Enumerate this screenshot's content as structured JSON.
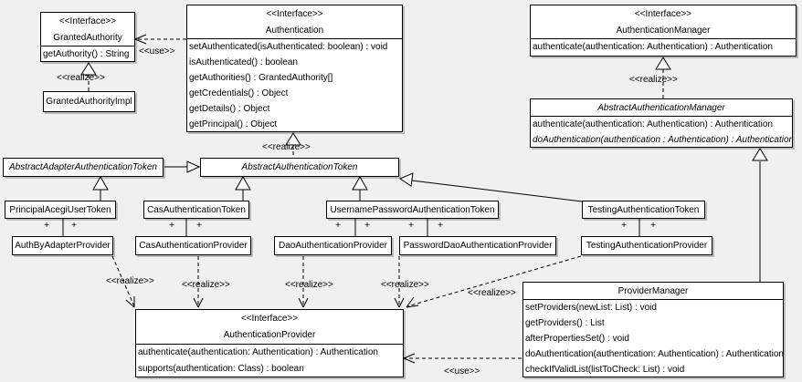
{
  "diagram": {
    "background": "#f0f0f0",
    "box_fill": "#ffffff",
    "line_color": "#000000"
  },
  "labels": {
    "use": "<<use>>",
    "realize": "<<realize>>",
    "plus": "+",
    "stereotype_interface": "<<Interface>>"
  },
  "classes": {
    "granted_authority": {
      "stereotype": "<<Interface>>",
      "name": "GrantedAuthority",
      "methods": [
        "getAuthority() : String"
      ]
    },
    "granted_authority_impl": {
      "name": "GrantedAuthorityImpl"
    },
    "authentication": {
      "stereotype": "<<Interface>>",
      "name": "Authentication",
      "methods": [
        "setAuthenticated(isAuthenticated: boolean) : void",
        "isAuthenticated() : boolean",
        "getAuthorities() : GrantedAuthority[]",
        "getCredentials() : Object",
        "getDetails() : Object",
        "getPrincipal() : Object"
      ]
    },
    "authentication_manager": {
      "stereotype": "<<Interface>>",
      "name": "AuthenticationManager",
      "methods": [
        "authenticate(authentication: Authentication) : Authentication"
      ]
    },
    "abstract_authentication_manager": {
      "name": "AbstractAuthenticationManager",
      "methods": [
        "authenticate(authentication: Authentication) : Authentication",
        "doAuthentication(authentication : Authentication) : Authentication"
      ]
    },
    "abstract_adapter_authentication_token": {
      "name": "AbstractAdapterAuthenticationToken"
    },
    "abstract_authentication_token": {
      "name": "AbstractAuthenticationToken"
    },
    "principal_acegi_user_token": {
      "name": "PrincipalAcegiUserToken"
    },
    "cas_authentication_token": {
      "name": "CasAuthenticationToken"
    },
    "username_password_authentication_token": {
      "name": "UsernamePasswordAuthenticationToken"
    },
    "testing_authentication_token": {
      "name": "TestingAuthenticationToken"
    },
    "auth_by_adapter_provider": {
      "name": "AuthByAdapterProvider"
    },
    "cas_authentication_provider": {
      "name": "CasAuthenticationProvider"
    },
    "dao_authentication_provider": {
      "name": "DaoAuthenticationProvider"
    },
    "password_dao_authentication_provider": {
      "name": "PasswordDaoAuthenticationProvider"
    },
    "testing_authentication_provider": {
      "name": "TestingAuthenticationProvider"
    },
    "authentication_provider": {
      "stereotype": "<<Interface>>",
      "name": "AuthenticationProvider",
      "methods": [
        "authenticate(authentication: Authentication) : Authentication",
        "supports(authentication: Class) : boolean"
      ]
    },
    "provider_manager": {
      "name": "ProviderManager",
      "methods": [
        "setProviders(newList: List) : void",
        "getProviders() : List",
        "afterPropertiesSet() : void",
        "doAuthentication(authentication: Authentication) : Authentication",
        "checkIfValidList(listToCheck: List) : void"
      ]
    }
  }
}
